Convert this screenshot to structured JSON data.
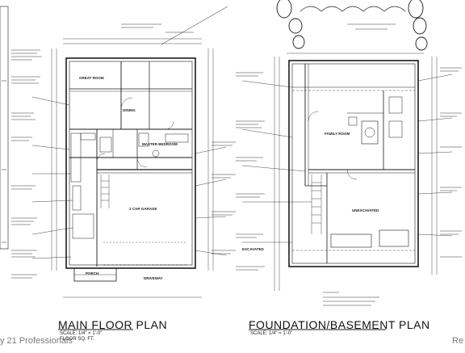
{
  "main_plan": {
    "title": "MAIN FLOOR PLAN",
    "scale": "SCALE: 1/4\" = 1'-0\"",
    "floor_note": "FLOOR SQ. FT.",
    "rooms": {
      "great_room": "GREAT ROOM",
      "dining": "DINING",
      "master_bedroom": "MASTER BEDROOM",
      "garage": "2 CAR GARAGE",
      "porch": "PORCH",
      "driveway": "DRIVEWAY"
    }
  },
  "basement_plan": {
    "title": "FOUNDATION/BASEMENT PLAN",
    "scale": "SCALE: 1/4\" = 1'-0\"",
    "rooms": {
      "family_room": "FAMILY ROOM",
      "unexcavated": "UNEXCAVATED",
      "excavated": "EXCAVATED"
    }
  },
  "watermarks": {
    "left": "y 21 Professionals",
    "right": "Re"
  }
}
